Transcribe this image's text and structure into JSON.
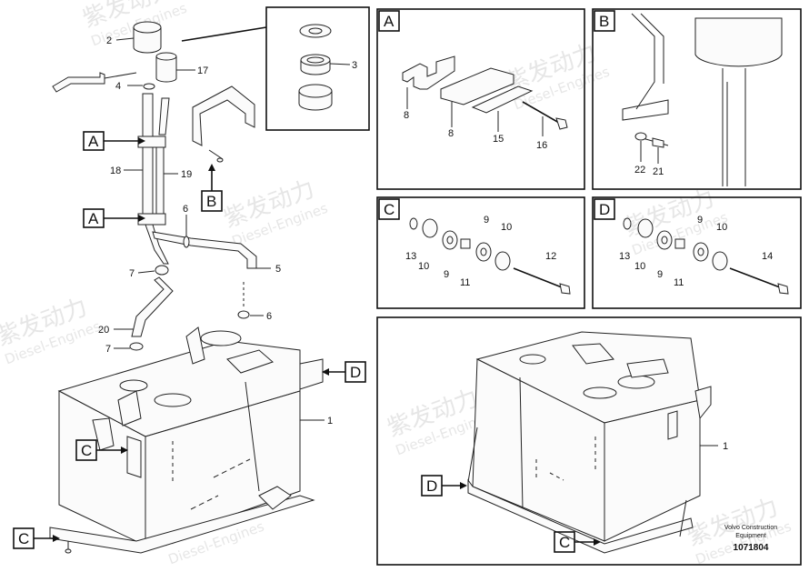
{
  "callouts": {
    "n1": "1",
    "n2": "2",
    "n3": "3",
    "n4": "4",
    "n5": "5",
    "n6": "6",
    "n7": "7",
    "n8": "8",
    "n9": "9",
    "n10": "10",
    "n11": "11",
    "n12": "12",
    "n13": "13",
    "n14": "14",
    "n15": "15",
    "n16": "16",
    "n17": "17",
    "n18": "18",
    "n19": "19",
    "n20": "20",
    "n21": "21",
    "n22": "22"
  },
  "view_letters": {
    "a": "A",
    "b": "B",
    "c": "C",
    "d": "D"
  },
  "watermark": {
    "brand": "紫发动力",
    "sub": "Diesel-Engines"
  },
  "credit": {
    "company": "Volvo Construction",
    "division": "Equipment",
    "drawing_number": "1071804"
  }
}
